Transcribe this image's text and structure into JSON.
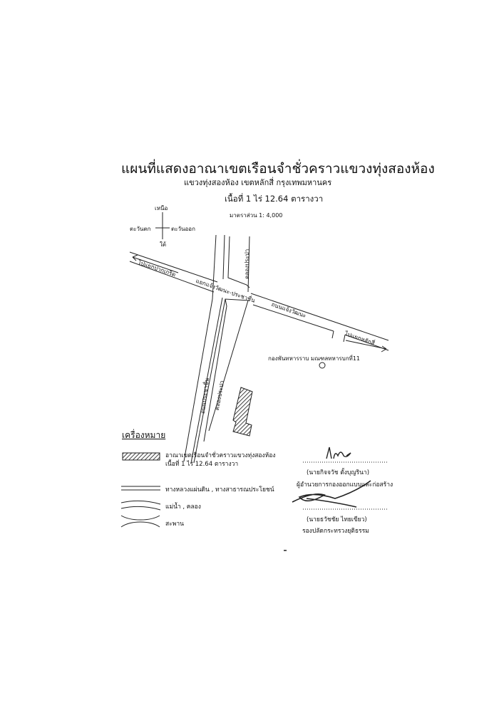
{
  "header": {
    "title": "แผนที่แสดงอาณาเขตเรือนจำชั่วคราวแขวงทุ่งสองห้อง",
    "subtitle": "แขวงทุ่งสองห้อง   เขตหลักสี่   กรุงเทพมหานคร",
    "area": "เนื้อที่  1  ไร่  12.64  ตารางวา",
    "scale": "มาตราส่วน 1: 4,000"
  },
  "compass": {
    "north": "เหนือ",
    "west": "ตะวันตก",
    "east": "ตะวันออก",
    "south": "ใต้"
  },
  "map_labels": {
    "to_pak_kret": "ไปแยกปากเกร็ด",
    "intersection": "แยกแจ้งวัฒนะ-ประชาชื่น",
    "canal_north": "คลองประปา",
    "canal_south": "คลองประปา",
    "road_jaeng": "ถนนแจ้งวัฒนะ",
    "to_lak_si": "ไปแยกหลักสี่",
    "road_prachachuen": "ถนนประชาชื่น",
    "landmark": "กองพันทหารราบ มณฑลทหารบกที่11"
  },
  "legend": {
    "title": "เครื่องหมาย",
    "items": [
      {
        "symbol": "hatched-area",
        "label": "อาณาเขตเรือนจำชั่วคราวแขวงทุ่งสองห้อง",
        "label2": "เนื้อที่  1  ไร่  12.64  ตารางวา"
      },
      {
        "symbol": "double-line",
        "label": "ทางหลวงแผ่นดิน , ทางสาธารณประโยชน์"
      },
      {
        "symbol": "wavy-lines",
        "label": "แม่น้ำ , คลอง"
      },
      {
        "symbol": "bridge",
        "label": "สะพาน"
      }
    ]
  },
  "signatures": [
    {
      "name": "(นายกิจจวัช  ตั้งบุญรินา)",
      "position": "ผู้อำนวยการกองออกแบบและก่อสร้าง"
    },
    {
      "name": "(นายธวัชชัย  ไทยเขียว)",
      "position": "รองปลัดกระทรวงยุติธรรม"
    }
  ]
}
